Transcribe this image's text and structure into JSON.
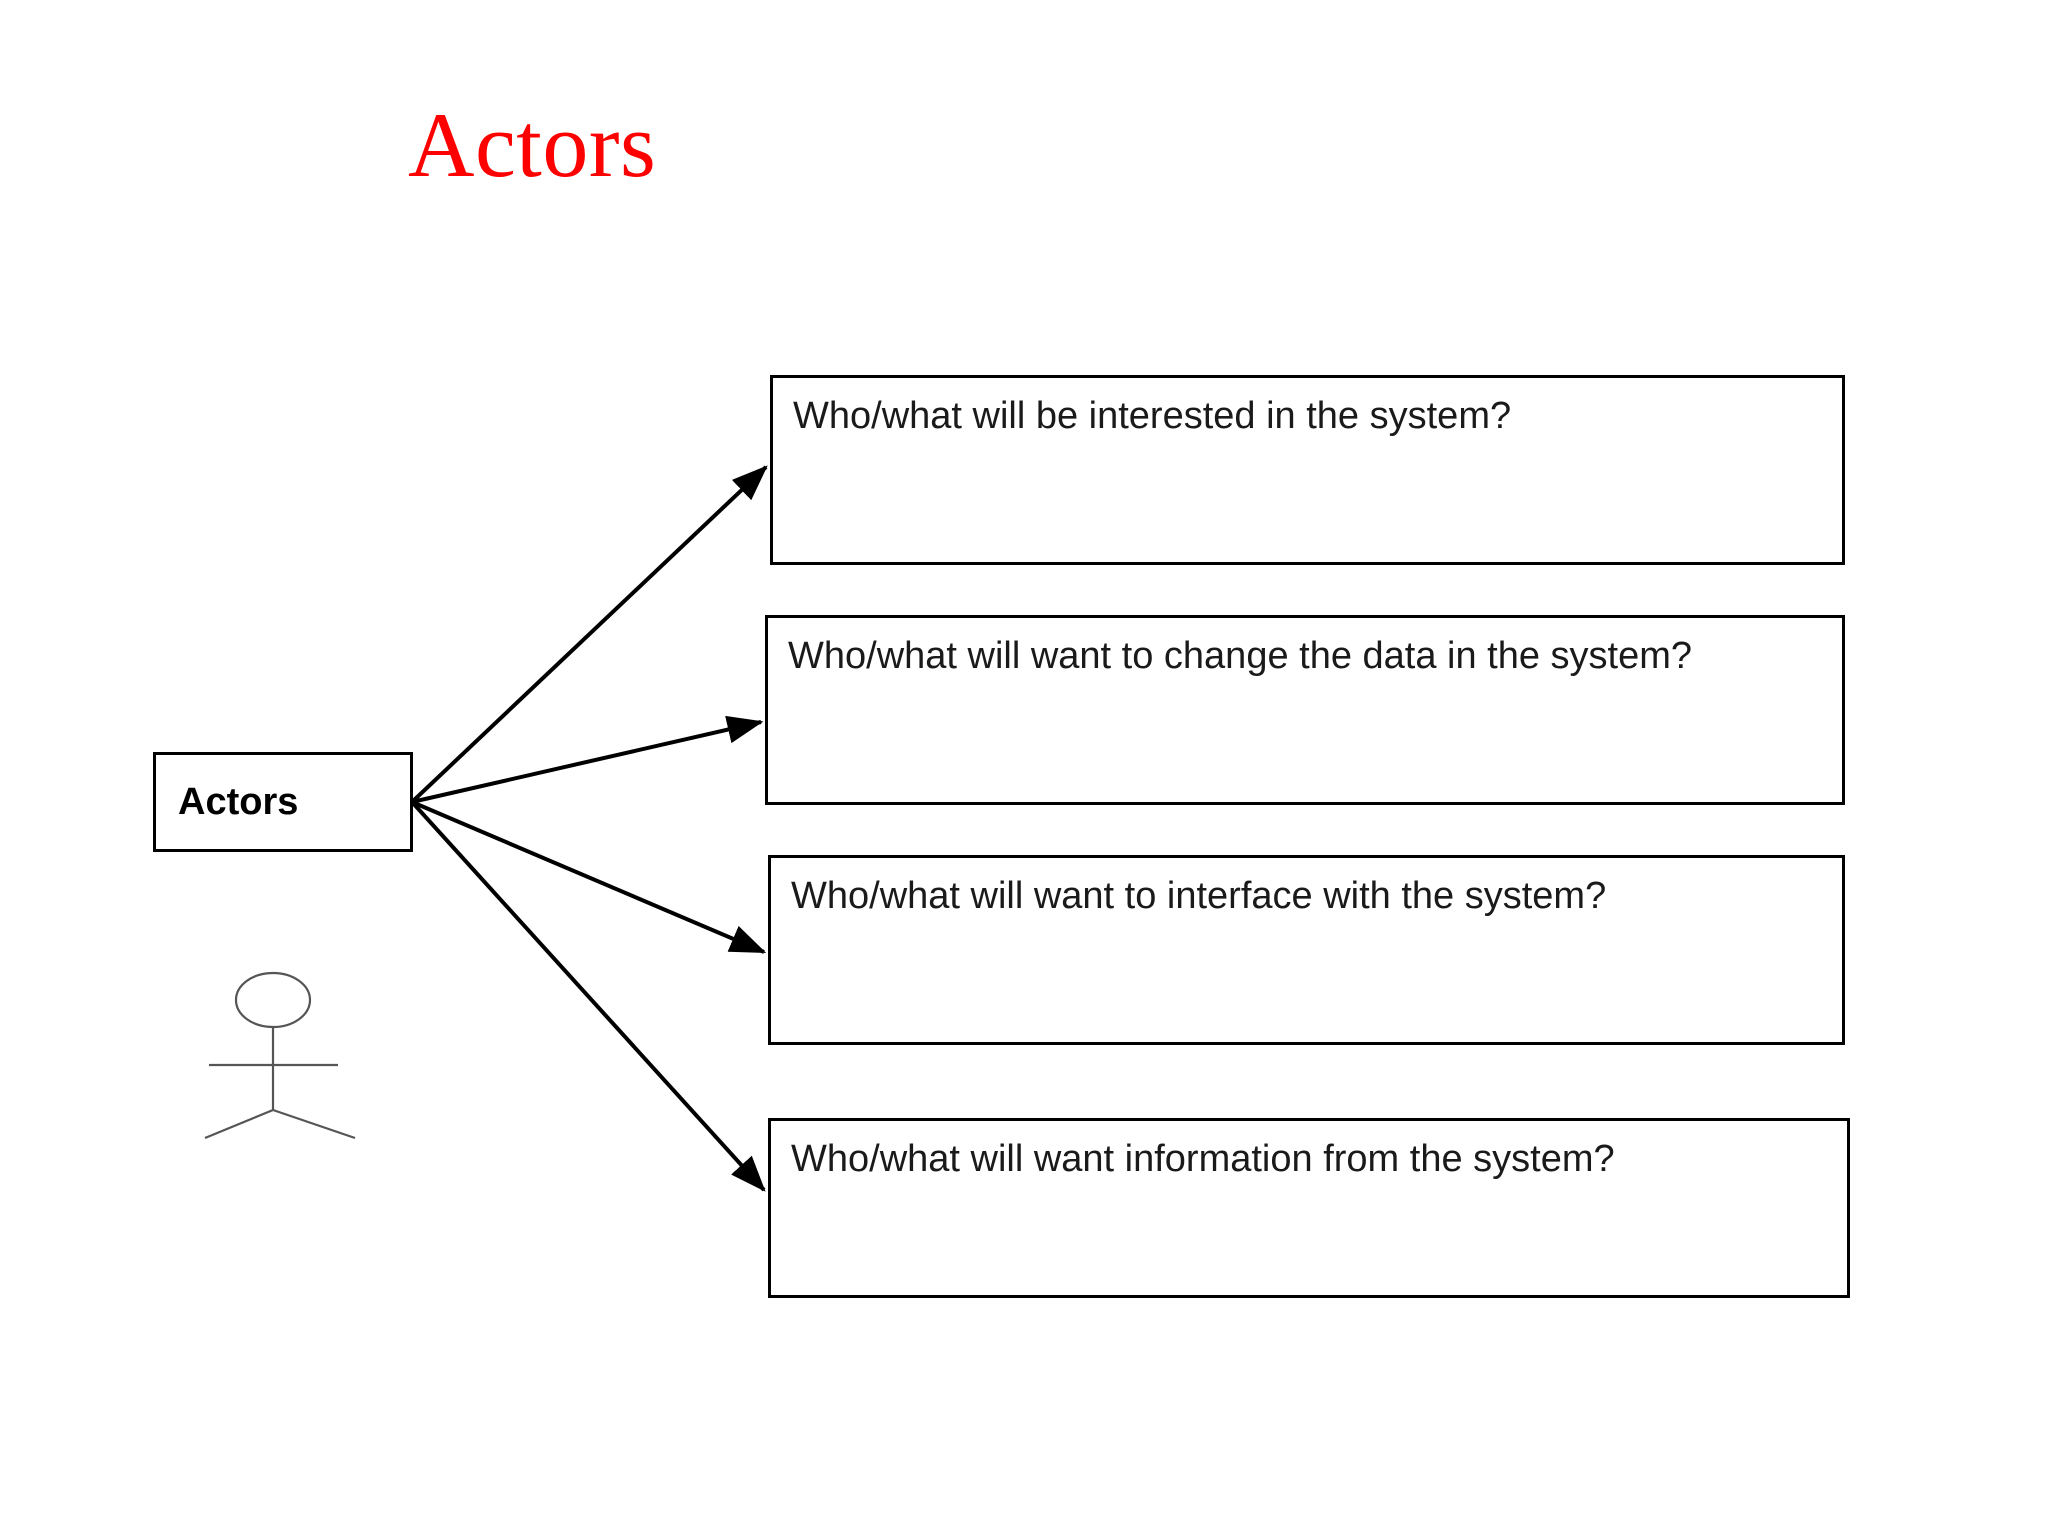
{
  "slide": {
    "title": "Actors",
    "title_color": "#ff0000",
    "background_color": "#ffffff"
  },
  "diagram": {
    "type": "radial-fan",
    "source_node": {
      "label": "Actors",
      "border_color": "#000000",
      "text_color": "#000000"
    },
    "actor_icon": {
      "name": "uml-actor-stick-figure",
      "stroke_color": "#555555"
    },
    "branches": [
      {
        "text": "Who/what will be interested in the system?"
      },
      {
        "text": "Who/what will want to change the data in the system?"
      },
      {
        "text": "Who/what will want to interface with the system?"
      },
      {
        "text": "Who/what will want information from the system?"
      }
    ],
    "connector": {
      "style": "solid-arrow",
      "arrowhead": "filled-triangle",
      "color": "#000000"
    }
  }
}
